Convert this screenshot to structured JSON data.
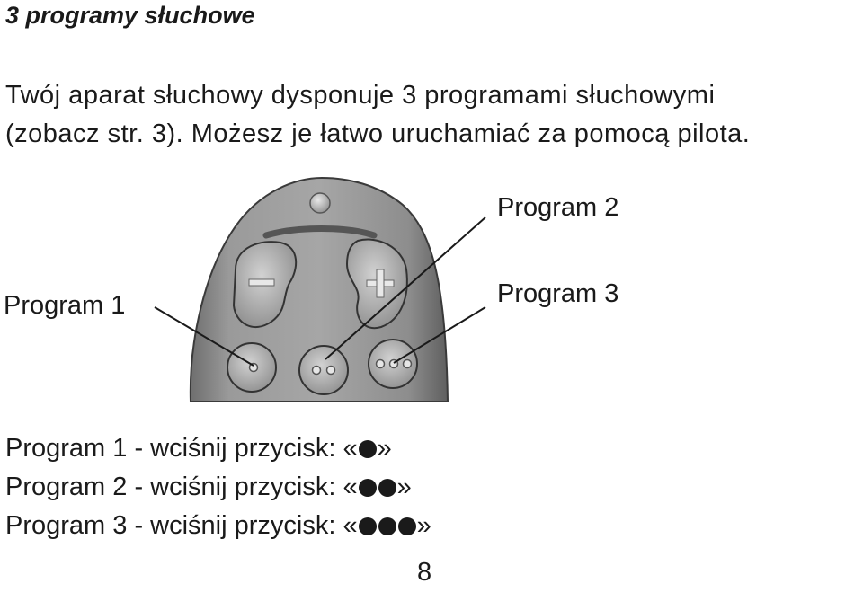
{
  "heading": "3 programy słuchowe",
  "paragraph": {
    "line1": "Twój aparat słuchowy dysponuje 3 programami słuchowymi",
    "line2": "(zobacz str. 3). Możesz je łatwo uruchamiać za pomocą pilota."
  },
  "callouts": {
    "program1": "Program 1",
    "program2": "Program 2",
    "program3": "Program 3"
  },
  "instructions": [
    {
      "text": "Program 1 - wciśnij przycisk: «",
      "dots": 1,
      "close": "»"
    },
    {
      "text": "Program 2 - wciśnij przycisk: «",
      "dots": 2,
      "close": "»"
    },
    {
      "text": "Program 3 - wciśnij przycisk: «",
      "dots": 3,
      "close": "»"
    }
  ],
  "page_number": "8",
  "colors": {
    "remote_body": "#8f8f8f",
    "button_face": "#b5b5b5",
    "text": "#1a1a1a"
  }
}
